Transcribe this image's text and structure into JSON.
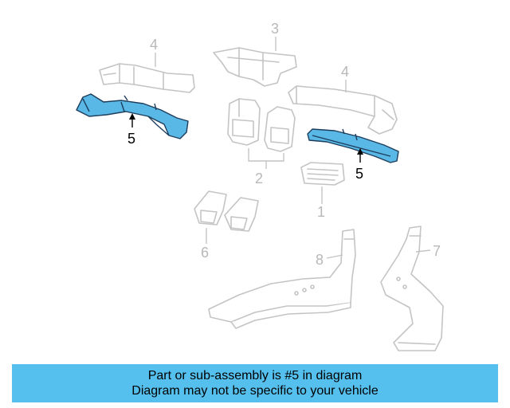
{
  "colors": {
    "highlight": "#5ab8e6",
    "muted_line": "#c4c4c4",
    "banner": "#55c0ee"
  },
  "callouts": {
    "c1": "1",
    "c2": "2",
    "c3": "3",
    "c4a": "4",
    "c4b": "4",
    "c5a": "5",
    "c5b": "5",
    "c6": "6",
    "c7": "7",
    "c8": "8"
  },
  "banner": {
    "line1": "Part or sub-assembly is #5 in diagram",
    "line2": "Diagram may not be specific to your vehicle"
  }
}
